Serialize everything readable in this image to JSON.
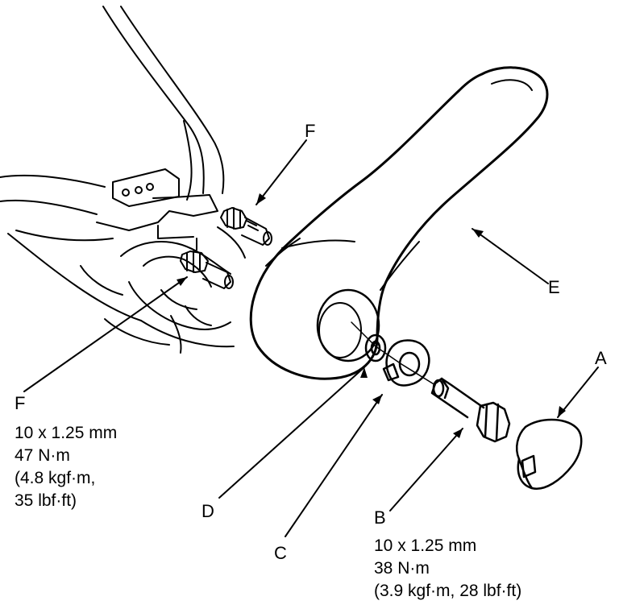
{
  "callouts": {
    "A": "A",
    "B": "B",
    "C": "C",
    "D": "D",
    "E": "E",
    "F_upper": "F",
    "F_lower": "F"
  },
  "specs": {
    "F": [
      "10 x 1.25 mm",
      "47 N·m",
      "(4.8 kgf·m,",
      "35 lbf·ft)"
    ],
    "B": [
      "10 x 1.25 mm",
      "38 N·m",
      "(3.9 kgf·m, 28 lbf·ft)"
    ]
  }
}
